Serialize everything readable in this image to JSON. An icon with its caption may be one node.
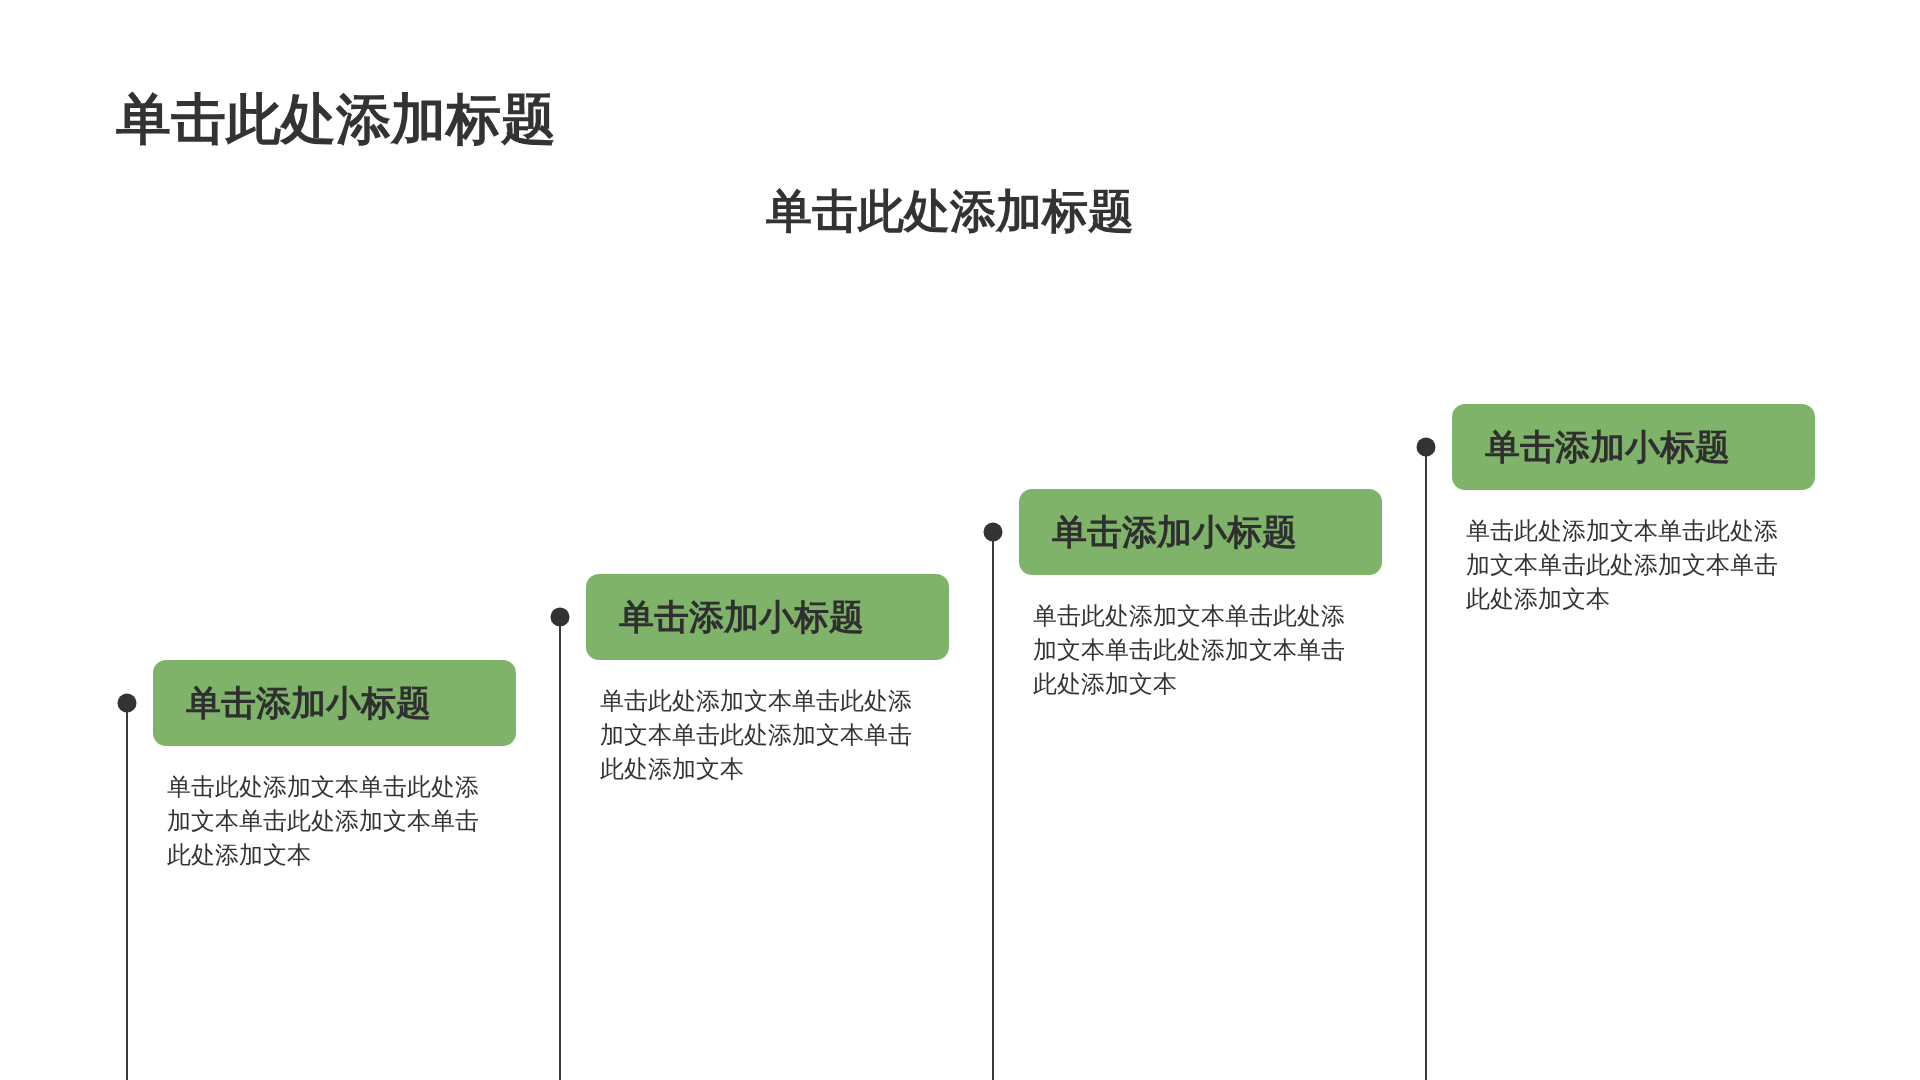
{
  "diagram": {
    "title": "单击此处添加标题",
    "labels": [
      "单击此处添加标题"
    ],
    "nodes": [
      {
        "text": [
          "单击添加小标题"
        ],
        "beside": [
          "单击此处添加文本单击此处添加文本单击此处添加文本单击此处添加文本"
        ]
      },
      {
        "text": [
          "单击添加小标题"
        ],
        "beside": [
          "单击此处添加文本单击此处添加文本单击此处添加文本单击此处添加文本"
        ]
      },
      {
        "text": [
          "单击添加小标题"
        ],
        "beside": [
          "单击此处添加文本单击此处添加文本单击此处添加文本单击此处添加文本"
        ]
      },
      {
        "text": [
          "单击添加小标题"
        ],
        "beside": [
          "单击此处添加文本单击此处添加文本单击此处添加文本单击此处添加文本"
        ]
      }
    ]
  }
}
